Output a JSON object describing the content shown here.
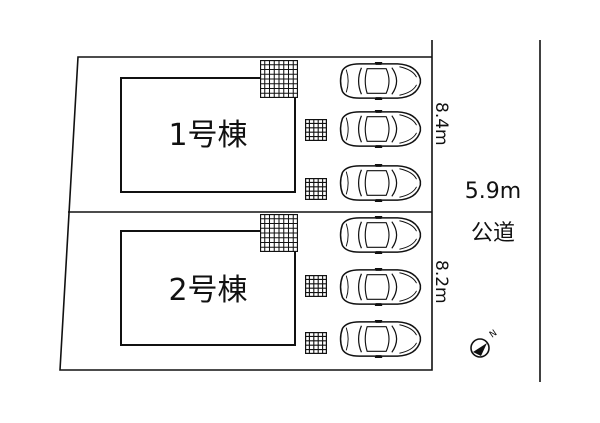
{
  "plan": {
    "lot1": {
      "building_label": "1号棟",
      "frontage": "8.4m",
      "parking_spaces": 3
    },
    "lot2": {
      "building_label": "2号棟",
      "frontage": "8.2m",
      "parking_spaces": 3
    },
    "road": {
      "width": "5.9m",
      "name": "公道"
    },
    "compass": {
      "icon": "north-arrow-icon",
      "letter": "N"
    },
    "colors": {
      "line": "#111111",
      "background": "#ffffff"
    }
  }
}
